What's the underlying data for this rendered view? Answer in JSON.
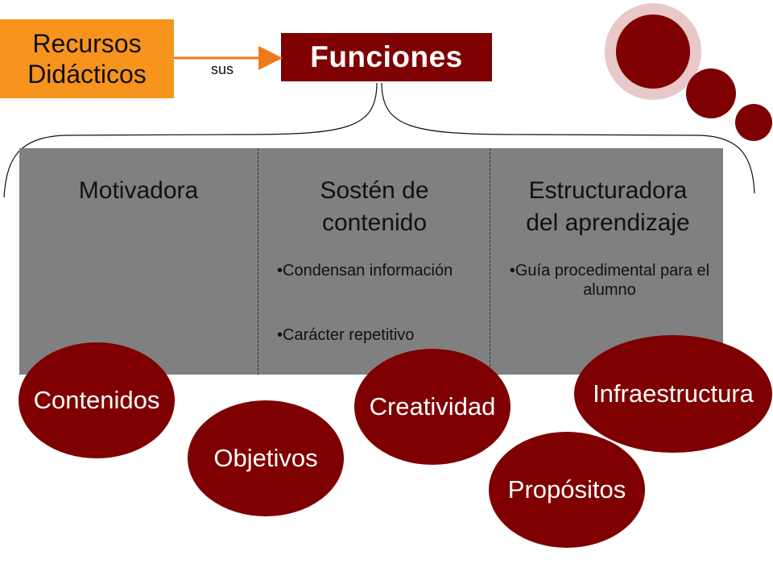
{
  "colors": {
    "maroon": "#7f0000",
    "orange": "#f7941d",
    "gray_panel": "#808080",
    "pink_ring": "#e8c8c8",
    "arrow": "#f07a1a"
  },
  "recursos": {
    "line1": "Recursos",
    "line2": "Didácticos"
  },
  "connector_label": "sus",
  "funciones": {
    "title": "Funciones"
  },
  "columns": [
    {
      "title_line1": "Motivadora",
      "title_line2": "",
      "bullets": []
    },
    {
      "title_line1": "Sostén de",
      "title_line2": "contenido",
      "bullets": [
        "•Condensan información",
        "•Carácter repetitivo"
      ]
    },
    {
      "title_line1": "Estructuradora",
      "title_line2": "del aprendizaje",
      "bullets": [
        "•Guía procedimental para el alumno"
      ]
    }
  ],
  "ellipses": [
    "Contenidos",
    "Objetivos",
    "Creatividad",
    "Propósitos",
    "Infraestructura"
  ]
}
